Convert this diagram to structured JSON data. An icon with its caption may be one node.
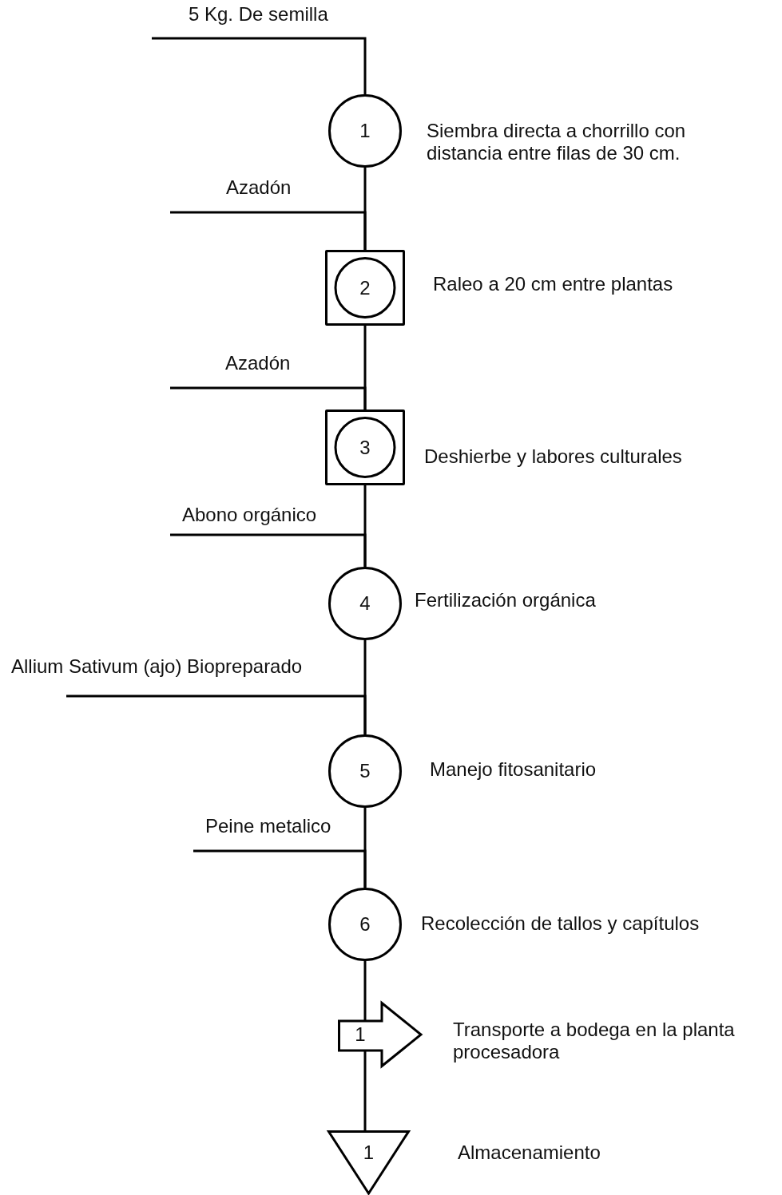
{
  "diagram": {
    "nodes": [
      {
        "text": [
          "5 Kg. De semilla"
        ]
      },
      {
        "text": [
          "1"
        ],
        "beside": [
          "Siembra directa a chorrillo con distancia entre filas de 30 cm."
        ]
      },
      {
        "text": [
          "Azadón"
        ]
      },
      {
        "text": [
          "2"
        ],
        "beside": [
          "Raleo a 20 cm entre plantas"
        ]
      },
      {
        "text": [
          "Azadón"
        ]
      },
      {
        "text": [
          "3"
        ],
        "beside": [
          "Deshierbe y labores culturales"
        ]
      },
      {
        "text": [
          "Abono orgánico"
        ]
      },
      {
        "text": [
          "4"
        ],
        "beside": [
          "Fertilización orgánica"
        ]
      },
      {
        "text": [
          "Allium Sativum (ajo) Biopreparado"
        ]
      },
      {
        "text": [
          "5"
        ],
        "beside": [
          "Manejo fitosanitario"
        ]
      },
      {
        "text": [
          "Peine metalico"
        ]
      },
      {
        "text": [
          "6"
        ],
        "beside": [
          "Recolección de tallos y capítulos"
        ]
      },
      {
        "text": [
          "1"
        ],
        "beside": [
          "Transporte a bodega en la planta procesadora"
        ]
      },
      {
        "text": [
          "1"
        ],
        "beside": [
          "Almacenamiento"
        ]
      }
    ],
    "edges": [
      {
        "from": 0,
        "to": 1,
        "arrow": "none"
      },
      {
        "from": 1,
        "to": 3,
        "arrow": "none"
      },
      {
        "from": 2,
        "to": 3,
        "arrow": "none"
      },
      {
        "from": 3,
        "to": 5,
        "arrow": "none"
      },
      {
        "from": 4,
        "to": 5,
        "arrow": "none"
      },
      {
        "from": 5,
        "to": 7,
        "arrow": "none"
      },
      {
        "from": 6,
        "to": 7,
        "arrow": "none"
      },
      {
        "from": 7,
        "to": 9,
        "arrow": "none"
      },
      {
        "from": 8,
        "to": 9,
        "arrow": "none"
      },
      {
        "from": 9,
        "to": 11,
        "arrow": "none"
      },
      {
        "from": 10,
        "to": 11,
        "arrow": "none"
      },
      {
        "from": 11,
        "to": 12,
        "arrow": "none"
      },
      {
        "from": 12,
        "to": 13,
        "arrow": "none"
      }
    ]
  }
}
